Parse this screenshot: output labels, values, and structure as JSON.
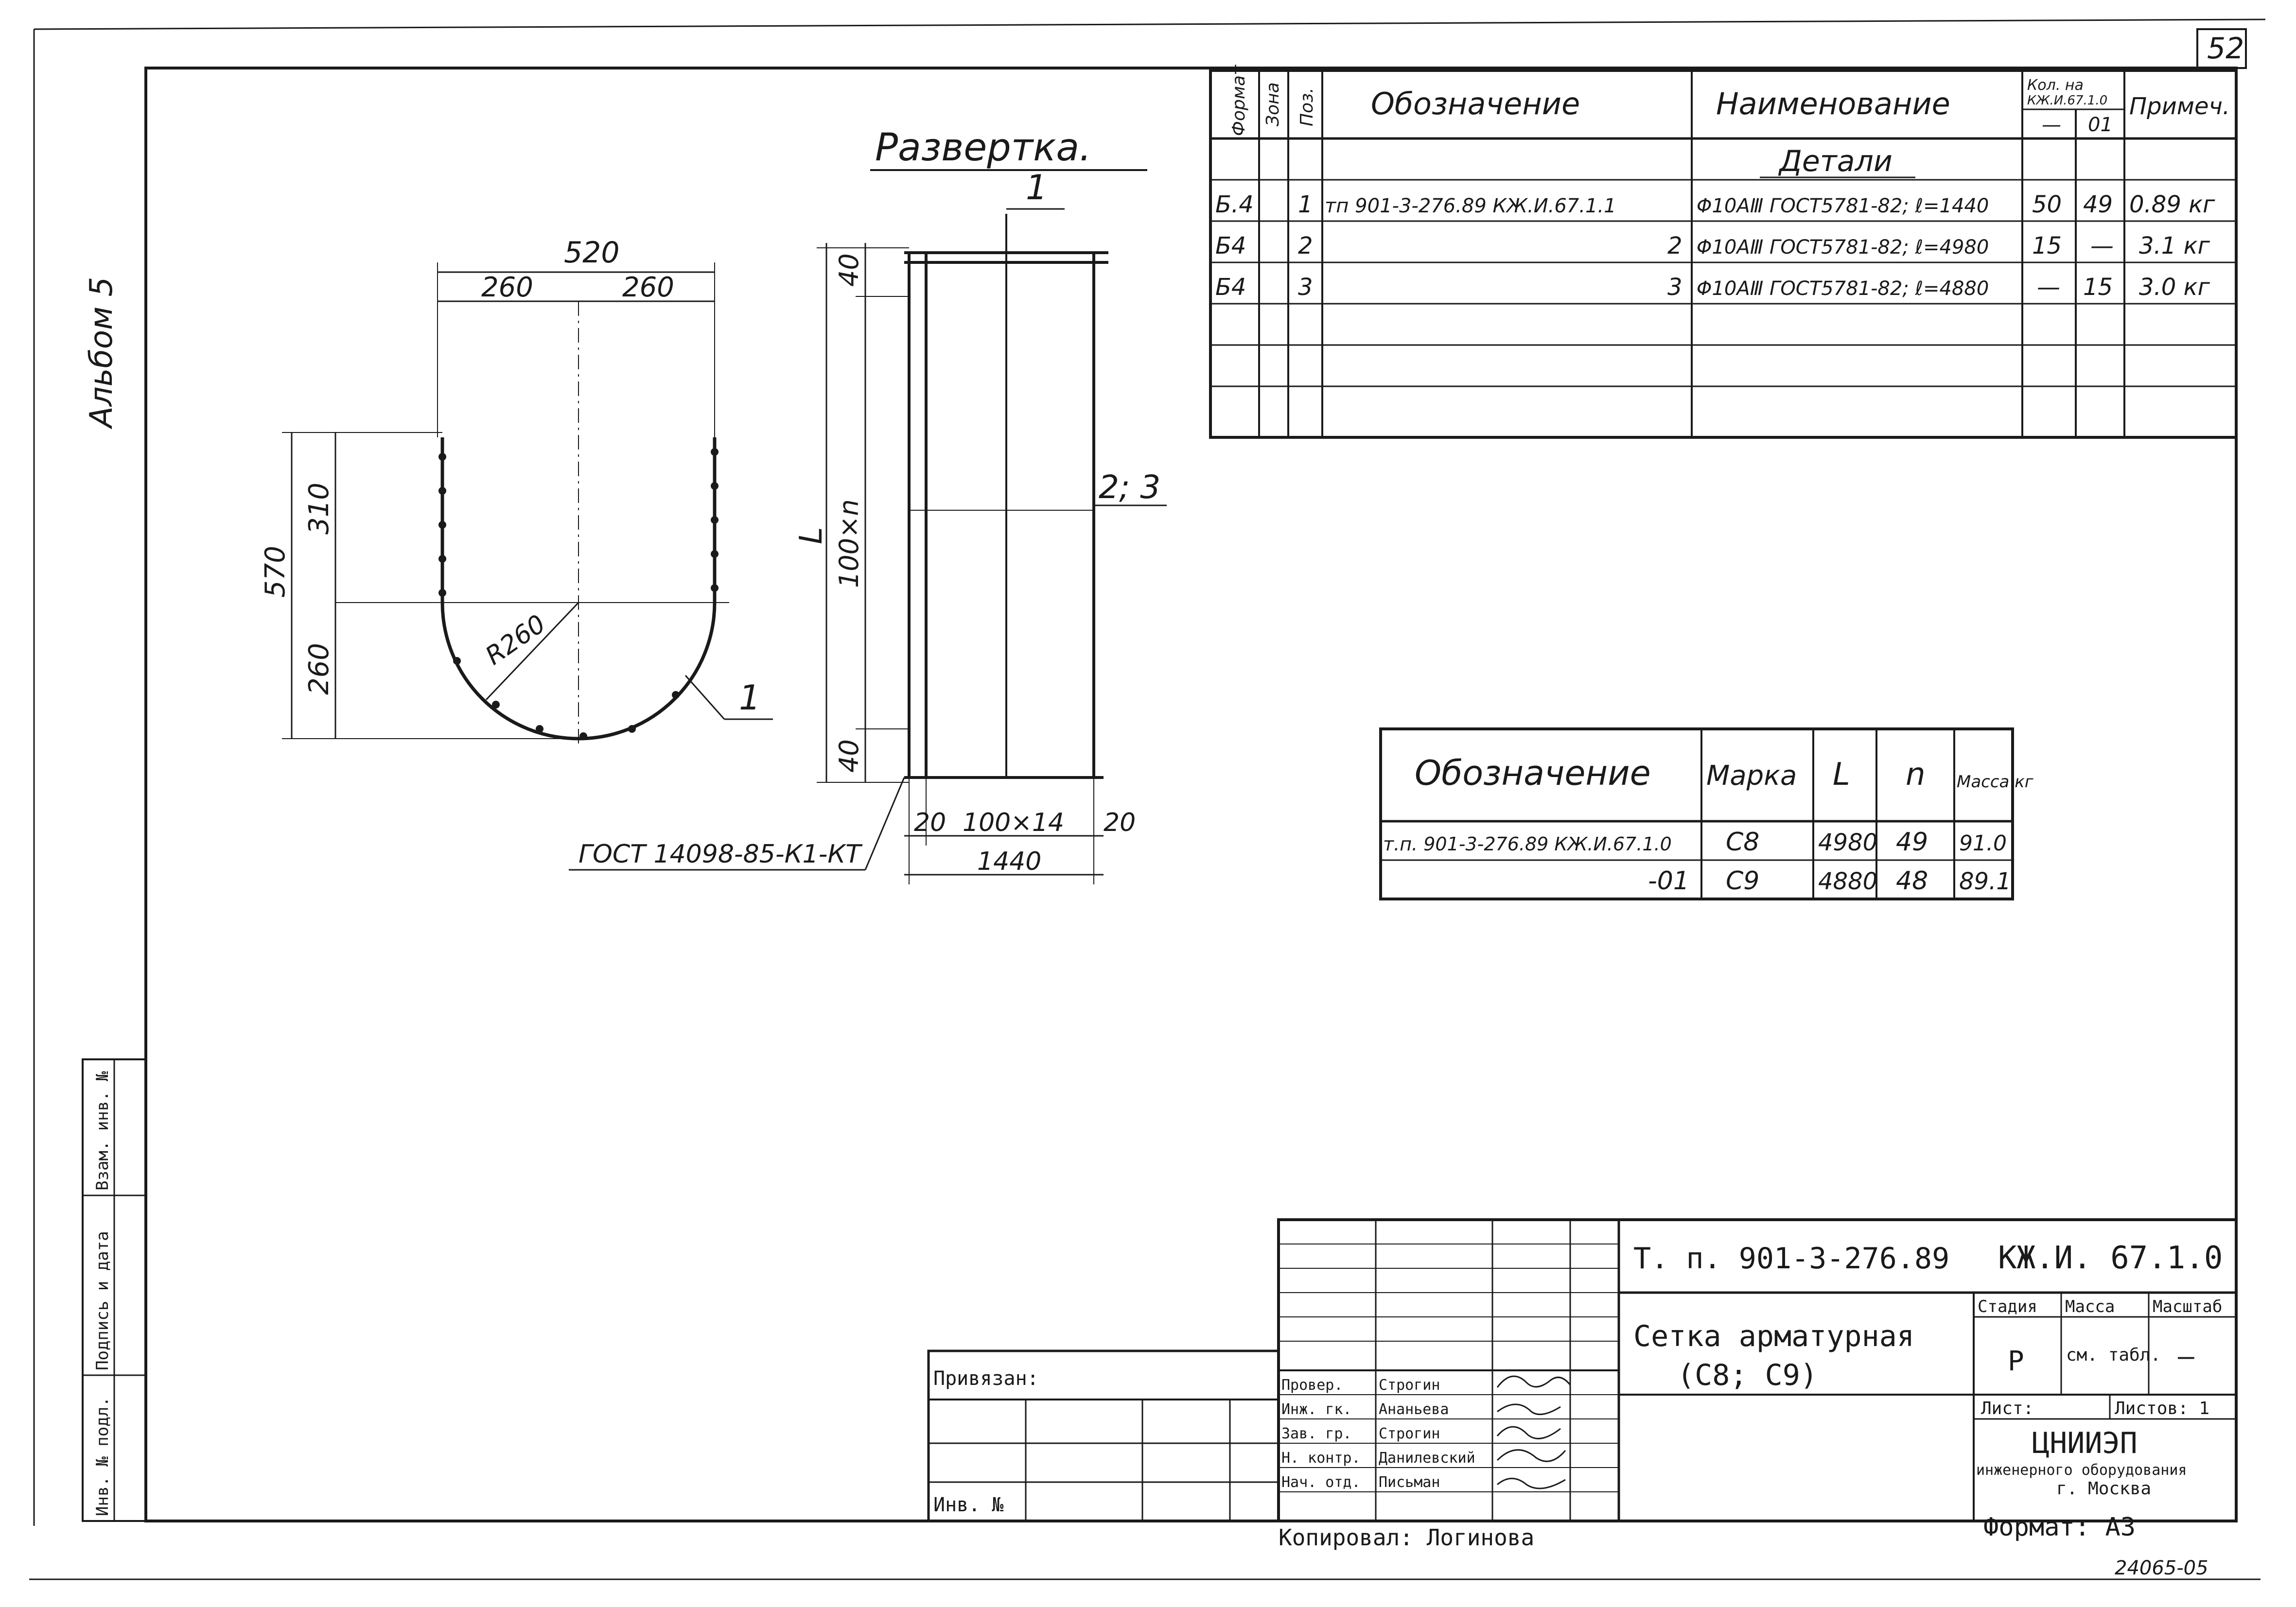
{
  "sheet": {
    "number": "52",
    "album": "Альбом 5",
    "bottom_code": "24065-05"
  },
  "drawing": {
    "title": "Развертка.",
    "dims": {
      "width": "520",
      "half_left": "260",
      "half_right": "260",
      "total_h": "570",
      "upper": "310",
      "lower": "260",
      "radius": "R260",
      "top_off": "40",
      "bottom_off": "40",
      "mid": "100×n",
      "length": "L",
      "left_off": "20",
      "right_off": "20",
      "span": "100×14",
      "total_w": "1440"
    },
    "callouts": [
      "1",
      "1",
      "2; 3"
    ],
    "gost": "ГОСТ 14098-85-К1-КТ"
  },
  "spec": {
    "headers": [
      "Формат",
      "Зона",
      "Поз.",
      "Обозначение",
      "Наименование",
      "Кол. на",
      "—",
      "01",
      "Примеч."
    ],
    "qty_note": "КЖ.И.67.1.0",
    "section": "Детали",
    "rows": [
      [
        "Б.4",
        "",
        "1",
        "тп 901-3-276.89 КЖ.И.67.1.1",
        "Φ10AⅢ ГОСТ5781-82; ℓ=1440",
        "50",
        "49",
        "0.89 кг"
      ],
      [
        "Б4",
        "",
        "2",
        "2",
        "Φ10AⅢ ГОСТ5781-82; ℓ=4980",
        "15",
        "—",
        "3.1 кг"
      ],
      [
        "Б4",
        "",
        "3",
        "3",
        "Φ10AⅢ ГОСТ5781-82; ℓ=4880",
        "—",
        "15",
        "3.0 кг"
      ]
    ]
  },
  "variants": {
    "headers": [
      "Обозначение",
      "Марка",
      "L",
      "n",
      "Масса кг"
    ],
    "rows": [
      [
        "т.п. 901-3-276.89 КЖ.И.67.1.0",
        "С8",
        "4980",
        "49",
        "91.0"
      ],
      [
        "-01",
        "С9",
        "4880",
        "48",
        "89.1"
      ]
    ]
  },
  "title_block": {
    "project": "Т. п. 901-3-276.89",
    "code": "КЖ.И. 67.1.0",
    "name": "Сетка арматурная",
    "sub": "(С8; С9)",
    "stage_h": "Стадия",
    "mass_h": "Масса",
    "scale_h": "Масштаб",
    "stage": "Р",
    "mass": "см. табл.",
    "scale": "—",
    "sheet_h": "Лист:",
    "sheets_h": "Листов: 1",
    "org": "ЦНИИЭП",
    "org_sub": "инженерного оборудования",
    "city": "г. Москва",
    "format": "Формат: А3",
    "bound": "Привязан:",
    "inv": "Инв. №",
    "copied": "Копировал: Логинова",
    "staff": [
      [
        "Провер.",
        "Строгин"
      ],
      [
        "Инж. гк.",
        "Ананьева"
      ],
      [
        "Зав. гр.",
        "Строгин"
      ],
      [
        "Н. контр.",
        "Данилевский"
      ],
      [
        "Нач. отд.",
        "Письман"
      ]
    ]
  },
  "left_stamp": [
    "Инв. № подл.",
    "Подпись и дата",
    "Взам. инв. №"
  ]
}
